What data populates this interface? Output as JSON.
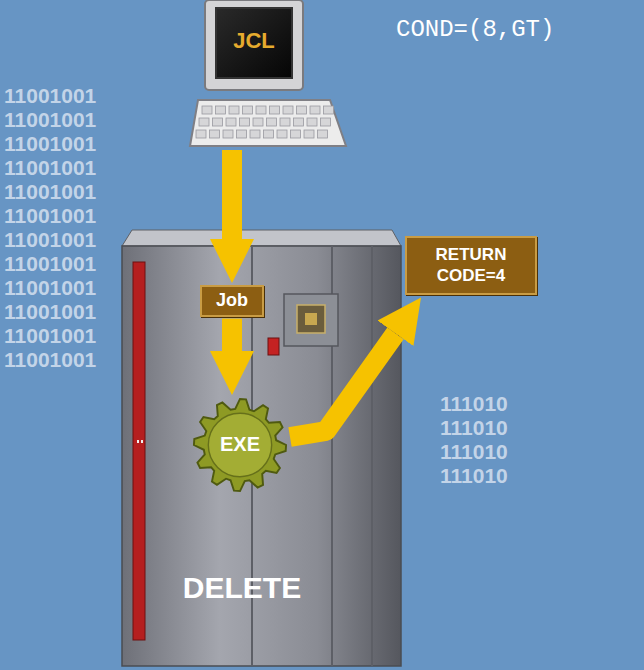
{
  "diagram": {
    "nodes": [
      {
        "text": [
          "JCL"
        ]
      },
      {
        "text": [
          "DELETE"
        ]
      },
      {
        "text": [
          "Job"
        ],
        "in": 1
      },
      {
        "text": [
          "EXE"
        ],
        "in": 1
      },
      {
        "text": [
          "RETURN CODE=4"
        ]
      }
    ],
    "edges": [
      {
        "from": 0,
        "to": 2,
        "arrow": "to"
      },
      {
        "from": 2,
        "to": 3,
        "arrow": "to"
      },
      {
        "from": 3,
        "to": 4,
        "arrow": "to"
      }
    ],
    "labels": [
      "COND=(8,GT)",
      "11001001",
      "11001001",
      "11001001",
      "11001001",
      "11001001",
      "11001001",
      "11001001",
      "11001001",
      "11001001",
      "11001001",
      "11001001",
      "11001001",
      "111010",
      "111010",
      "111010",
      "111010"
    ]
  }
}
